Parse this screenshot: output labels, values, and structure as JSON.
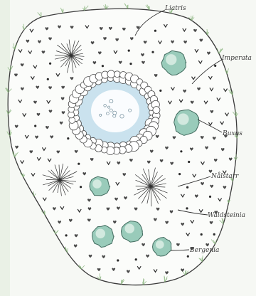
{
  "diagram": {
    "colors": {
      "paper": "#f6f8f4",
      "left_band": "#eaf1e6",
      "bed_outline": "#3b3b3b",
      "bed_fill": "#fbfcfa",
      "pond_water": "#b9d9ea",
      "pond_center": "#ffffff",
      "pebble_stroke": "#4a4a4a",
      "shrub_fill": "#8fc6b4",
      "shrub_stroke": "#2f5d4f",
      "dot_dark": "#2b2b2b",
      "grass_tuft": "#7fae73",
      "ink": "#2f2f2f"
    },
    "labels": [
      {
        "id": "liatris",
        "text": "Liatris"
      },
      {
        "id": "imperata",
        "text": "Imperata"
      },
      {
        "id": "buxus",
        "text": "Buxus"
      },
      {
        "id": "nalstar",
        "text": "Nålstarr"
      },
      {
        "id": "waldsteinia",
        "text": "Waldsteinia"
      },
      {
        "id": "bergenia",
        "text": "Bergenia"
      }
    ]
  }
}
